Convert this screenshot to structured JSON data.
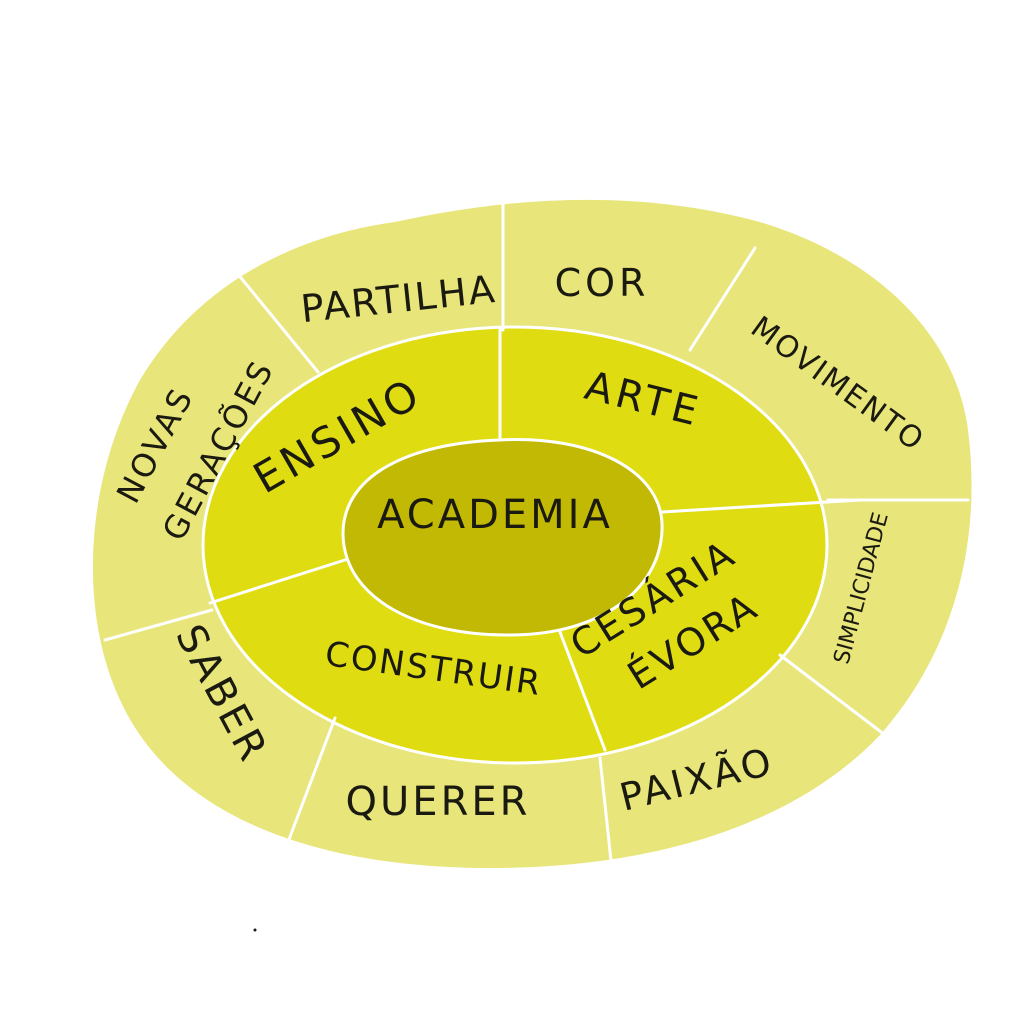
{
  "colors": {
    "outer_ring": "#e8e57a",
    "middle_ring": "#e0dc12",
    "core": "#c2b904",
    "divider": "#ffffff",
    "text": "#1a1a10"
  },
  "diagram": {
    "core": {
      "label": "ACADEMIA"
    },
    "middle_ring": [
      {
        "id": "ensino",
        "label": "ENSINO"
      },
      {
        "id": "arte",
        "label": "ARTE"
      },
      {
        "id": "cesaria",
        "label_line1": "CESÁRIA",
        "label_line2": "ÉVORA"
      },
      {
        "id": "construir",
        "label": "CONSTRUIR"
      }
    ],
    "outer_ring": [
      {
        "id": "partilha",
        "label": "PARTILHA"
      },
      {
        "id": "cor",
        "label": "COR"
      },
      {
        "id": "movimento",
        "label": "MOVIMENTO"
      },
      {
        "id": "simplicidade",
        "label": "SIMPLICIDADE"
      },
      {
        "id": "paixao",
        "label": "PAIXÃO"
      },
      {
        "id": "querer",
        "label": "QUERER"
      },
      {
        "id": "saber",
        "label": "SABER"
      },
      {
        "id": "novas",
        "label_line1": "NOVAS",
        "label_line2": "GERAÇÕES"
      }
    ]
  }
}
